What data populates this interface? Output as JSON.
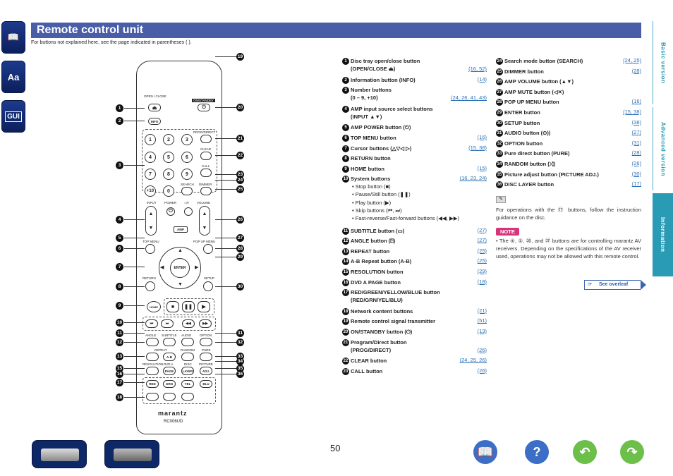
{
  "header": {
    "title": "Remote control unit",
    "intro": "For buttons not explained here, see the page indicated in parentheses ( )."
  },
  "left_tabs": [
    {
      "name": "contents",
      "label": "📖"
    },
    {
      "name": "index",
      "label": "Aa"
    },
    {
      "name": "gui",
      "label": "GUI"
    }
  ],
  "right_tabs": [
    {
      "label": "Basic version",
      "state": "inactive"
    },
    {
      "label": "Advanced version",
      "state": "inactive"
    },
    {
      "label": "Information",
      "state": "active"
    }
  ],
  "remote": {
    "labels": {
      "open_close": "OPEN / CLOSE",
      "on_standby": "ON/STANDBY",
      "info": "INFO",
      "prog_direct": "PROG/DIRECT",
      "clear": "CLEAR",
      "call": "CALL",
      "search": "SEARCH",
      "dimmer": "DIMMER",
      "input": "INPUT",
      "power": "POWER",
      "mute": "◁✕",
      "volume": "VOLUME",
      "amp": "AMP",
      "top_menu": "TOP MENU",
      "popup_menu": "POP UP MENU",
      "enter": "ENTER",
      "return": "RETURN",
      "setup": "SETUP",
      "home": "HOME",
      "angle": "ANGLE",
      "subtitle": "SUBTITLE",
      "audio": "AUDIO",
      "option": "OPTION",
      "repeat": "REPEAT",
      "random": "RANDOM",
      "pure": "PURE",
      "ab": "A-B",
      "resolution": "RESOLUTION",
      "dvd_a": "DVD A",
      "disc": "DISC",
      "picture": "PICTURE",
      "page": "PAGE",
      "layer": "LAYER",
      "adj": "ADJ.",
      "red": "RED",
      "grn": "GRN",
      "yel": "YEL",
      "blu": "BLU",
      "brand": "marantz",
      "model": "RC006UD"
    },
    "digits": [
      "1",
      "2",
      "3",
      "4",
      "5",
      "6",
      "7",
      "8",
      "9",
      "+10",
      "0"
    ]
  },
  "items_col1": [
    {
      "num": "1",
      "label": "Disc tray open/close button",
      "label2": "(OPEN/CLOSE ⏏)",
      "refs": "16, 52"
    },
    {
      "num": "2",
      "label": "Information button (INFO)",
      "refs": "14"
    },
    {
      "num": "3",
      "label": "Number buttons",
      "label2": "(0 – 9, +10)",
      "refs": "24, 26, 41, 43"
    },
    {
      "num": "4",
      "label": "AMP input source select buttons",
      "label2": "(INPUT ▲▼)"
    },
    {
      "num": "5",
      "label": "AMP POWER button (⏻)"
    },
    {
      "num": "6",
      "label": "TOP MENU button",
      "refs": "16"
    },
    {
      "num": "7",
      "label": "Cursor buttons (△▽◁ ▷)",
      "refs": "15, 38"
    },
    {
      "num": "8",
      "label": "RETURN button"
    },
    {
      "num": "9",
      "label": "HOME button",
      "refs": "15"
    },
    {
      "num": "10",
      "label": "System buttons",
      "refs": "16, 23, 24"
    },
    {
      "num": "11",
      "label": "SUBTITLE button (▭)",
      "refs": "27"
    },
    {
      "num": "12",
      "label": "ANGLE button (⍰)",
      "refs": "27"
    },
    {
      "num": "13",
      "label": "REPEAT button",
      "refs": "25"
    },
    {
      "num": "14",
      "label": "A-B Repeat button (A-B)",
      "refs": "25"
    },
    {
      "num": "15",
      "label": "RESOLUTION button",
      "refs": "29"
    },
    {
      "num": "16",
      "label": "DVD A PAGE button",
      "refs": "18"
    },
    {
      "num": "17",
      "label": "RED/GREEN/YELLOW/BLUE button",
      "label2": "(RED/GRN/YEL/BLU)"
    },
    {
      "num": "18",
      "label": "Network content buttons",
      "refs": "21"
    },
    {
      "num": "19",
      "label": "Remote control signal transmitter",
      "refs": "51"
    },
    {
      "num": "20",
      "label": "ON/STANDBY button (⏻)",
      "refs": "13"
    },
    {
      "num": "21",
      "label": "Program/Direct button",
      "label2": "(PROG/DIRECT)",
      "refs": "26"
    },
    {
      "num": "22",
      "label": "CLEAR button",
      "refs": "24, 25, 26"
    },
    {
      "num": "23",
      "label": "CALL button",
      "refs": "26"
    }
  ],
  "system_sub": [
    "• Stop button (■)",
    "• Pause/Still button (❚❚)",
    "• Play button (▶)",
    "• Skip buttons (⏮, ⏭)",
    "• Fast-reverse/Fast-forward buttons (◀◀, ▶▶)"
  ],
  "items_col2": [
    {
      "num": "24",
      "label": "Search mode button (SEARCH)",
      "refs": "24, 25"
    },
    {
      "num": "25",
      "label": "DIMMER button",
      "refs": "28"
    },
    {
      "num": "26",
      "label": "AMP VOLUME button (▲▼)"
    },
    {
      "num": "27",
      "label": "AMP MUTE button (◁✕)"
    },
    {
      "num": "28",
      "label": "POP UP MENU button",
      "refs": "16"
    },
    {
      "num": "29",
      "label": "ENTER button",
      "refs": "15, 38"
    },
    {
      "num": "30",
      "label": "SETUP button",
      "refs": "38"
    },
    {
      "num": "31",
      "label": "AUDIO button (⊙))",
      "refs": "27"
    },
    {
      "num": "32",
      "label": "OPTION button",
      "refs": "31"
    },
    {
      "num": "33",
      "label": "Pure direct button (PURE)",
      "refs": "28"
    },
    {
      "num": "34",
      "label": "RANDOM button (⤮)",
      "refs": "26"
    },
    {
      "num": "35",
      "label": "Picture adjust button (PICTURE ADJ.)",
      "refs": "30"
    },
    {
      "num": "36",
      "label": "DISC LAYER button",
      "refs": "17"
    }
  ],
  "note": {
    "tip": "For operations with the ⑰ buttons, follow the instruction guidance on the disc.",
    "tag": "NOTE",
    "text": "• The ④, ⑤, ㉖, and ㉗ buttons are for controlling marantz AV receivers. Depending on the specifications of the AV receiver used, operations may not be allowed with this remote control."
  },
  "see_overleaf": "See overleaf",
  "page_number": "50",
  "colors": {
    "header": "#4a5ea8",
    "accent": "#2a9bb5",
    "note": "#d8347a",
    "link": "#2a6fb5"
  }
}
